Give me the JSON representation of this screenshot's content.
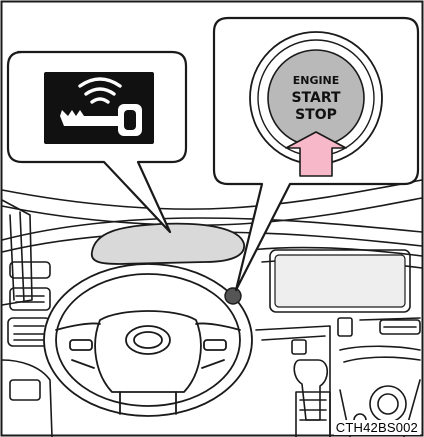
{
  "figure": {
    "button": {
      "line1": "ENGINE",
      "line2": "START",
      "line3": "STOP"
    },
    "callout_left": {
      "icon": "key-fob-signal-icon"
    },
    "callout_right": {
      "icon": "engine-start-stop-button-icon"
    },
    "figure_code": "CTH42BS002",
    "colors": {
      "line": "#1a1a1a",
      "button_fill": "#b9b9b9",
      "arrow_fill": "#f7b9c9",
      "screen_fill": "#d9d9d9"
    }
  }
}
